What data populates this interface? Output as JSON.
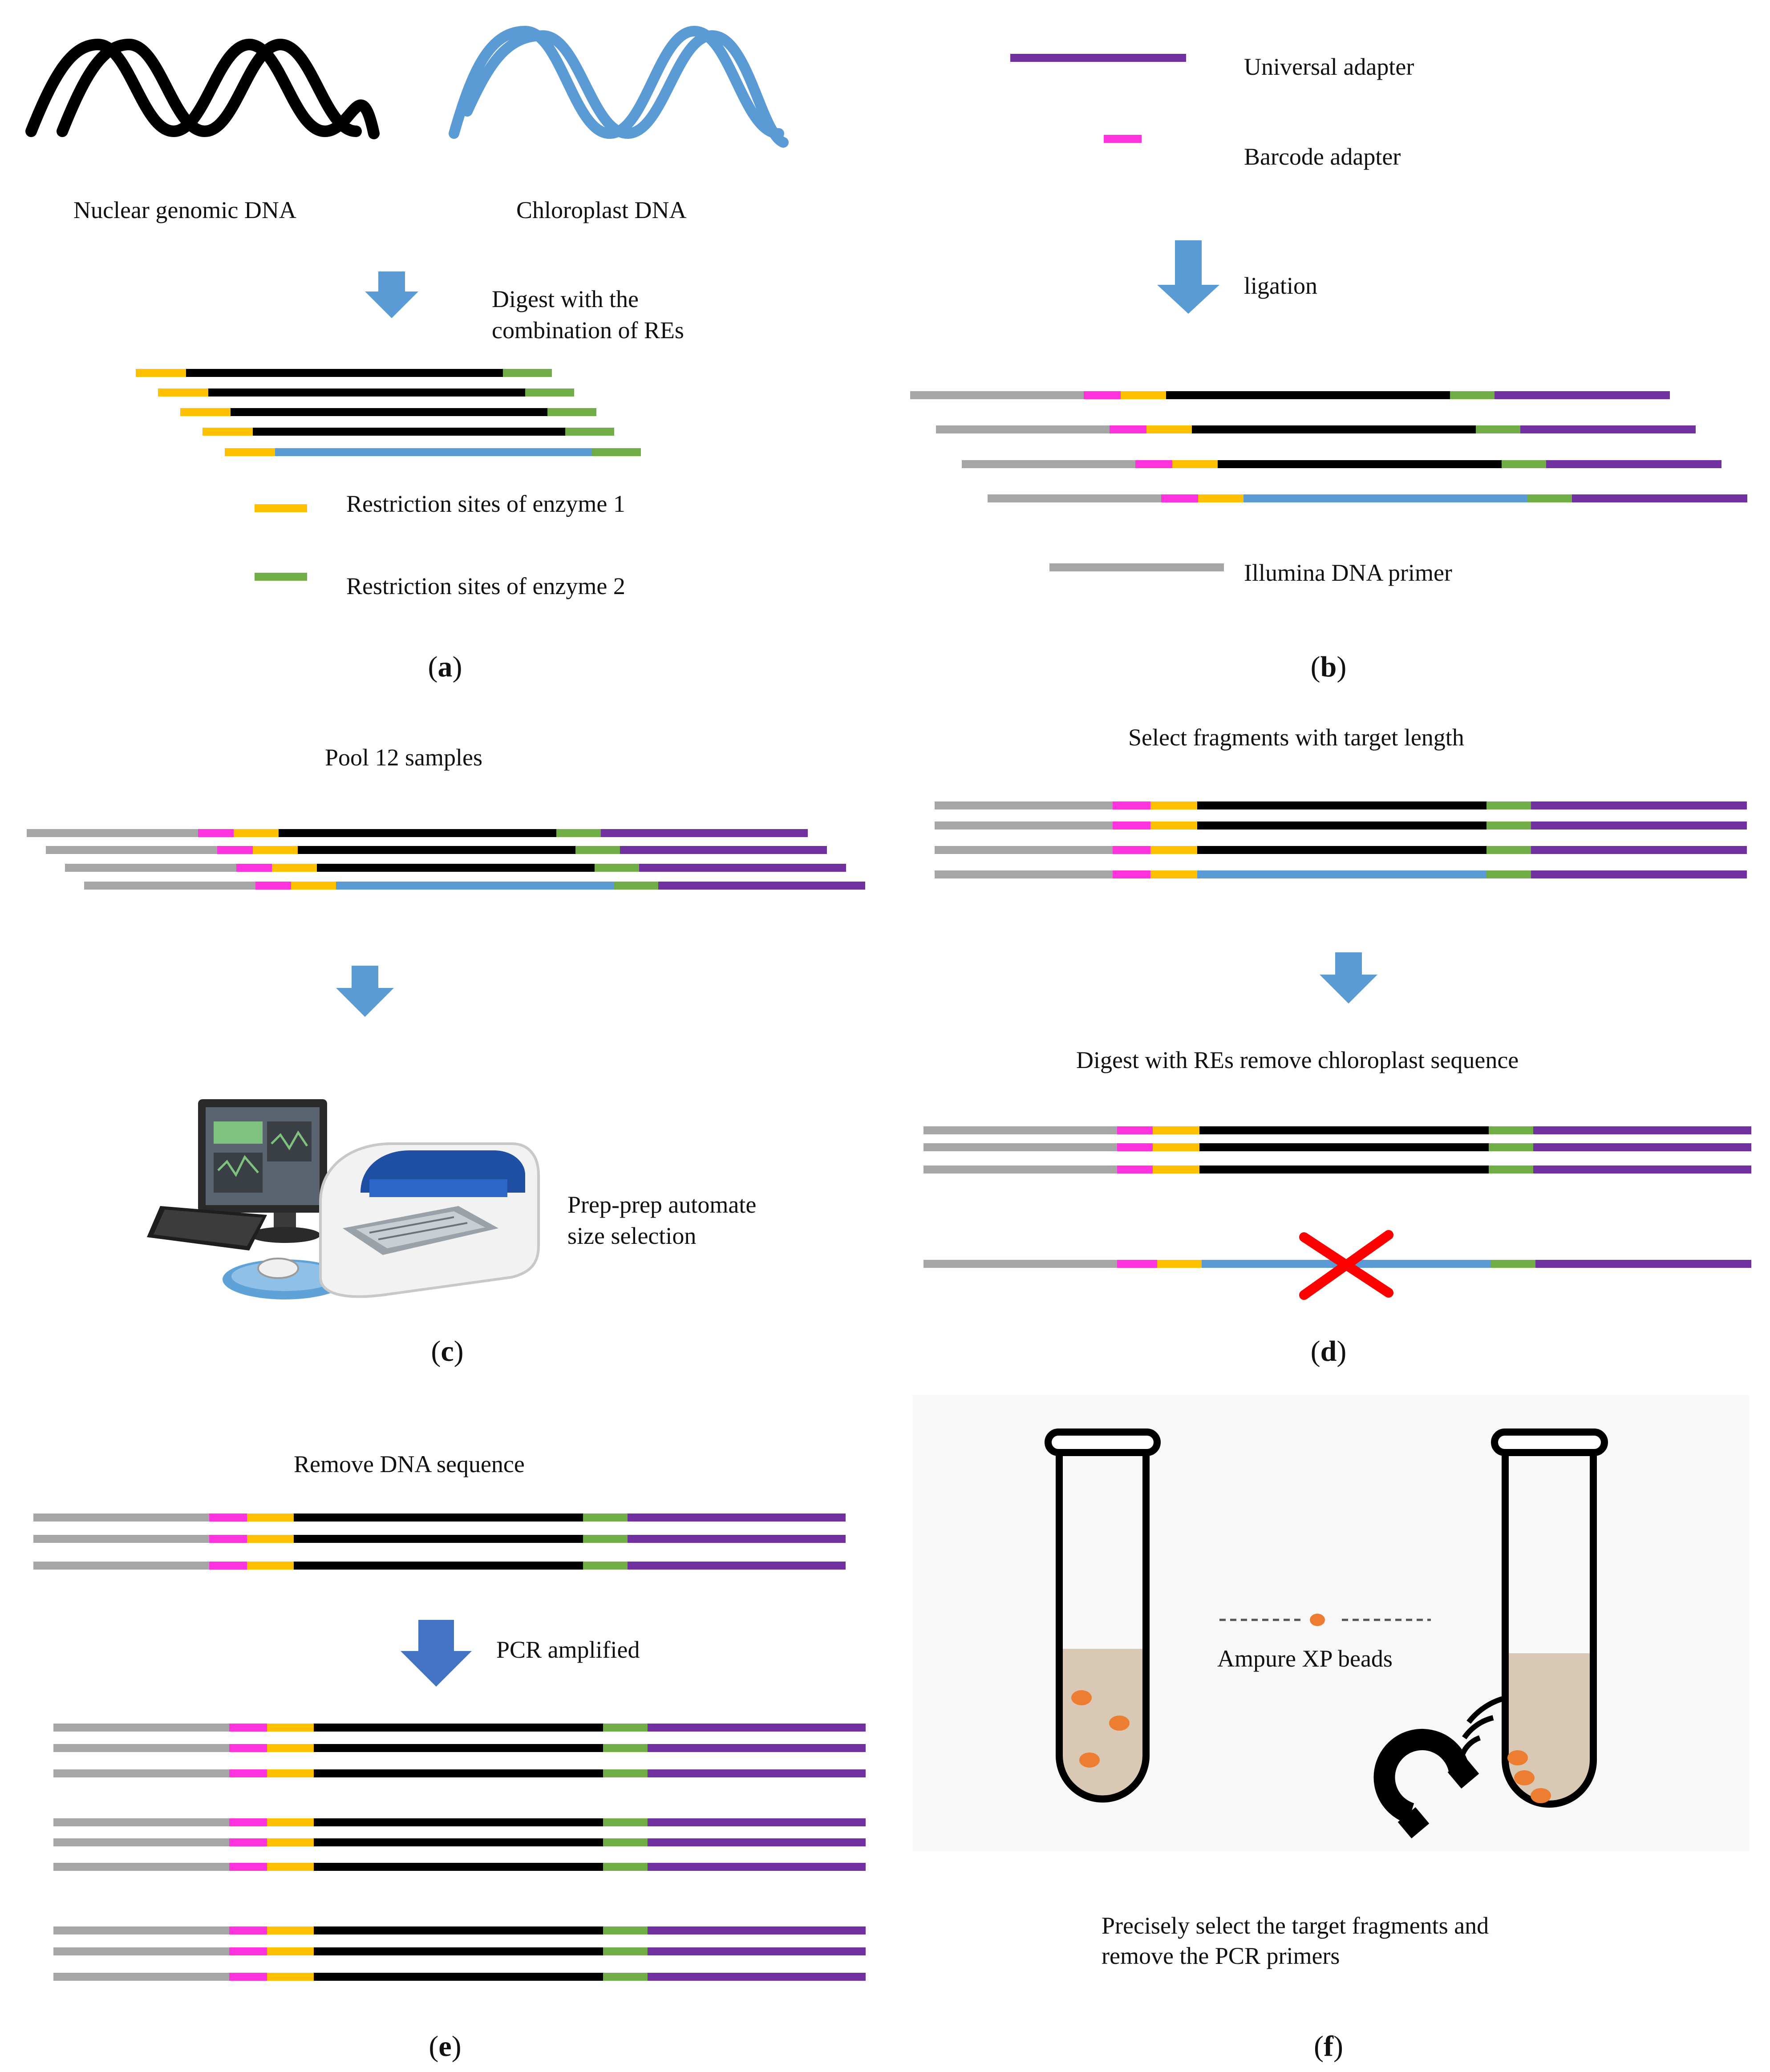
{
  "colors": {
    "grey": "#a6a6a6",
    "magenta": "#ff33dd",
    "yellow": "#ffc000",
    "black": "#000000",
    "blue": "#5b9bd5",
    "green": "#70ad47",
    "purple": "#7030a0",
    "arrow": "#5b9bd5",
    "arrow_dark": "#4472c4",
    "bead": "#ed7d31",
    "liquid": "#d9c8b4",
    "cross": "#ff0000"
  },
  "panels": {
    "a": {
      "label": "a",
      "nuclear_dna": "Nuclear genomic DNA",
      "chloroplast_dna": "Chloroplast DNA",
      "step_line1": "Digest with the",
      "step_line2": "combination  of REs",
      "legend_enzyme1": "Restriction sites of enzyme 1",
      "legend_enzyme2": "Restriction sites of enzyme 2"
    },
    "b": {
      "label": "b",
      "universal_adapter": "Universal adapter",
      "barcode_adapter": "Barcode adapter",
      "step": "ligation",
      "primer": "Illumina DNA primer"
    },
    "c": {
      "label": "c",
      "title": "Pool 12 samples",
      "device_line1": "Prep-prep automate",
      "device_line2": "size selection"
    },
    "d": {
      "label": "d",
      "title": "Select fragments with target length",
      "step": "Digest with REs remove chloroplast sequence"
    },
    "e": {
      "label": "e",
      "title": "Remove DNA sequence",
      "step": "PCR amplified"
    },
    "f": {
      "label": "f",
      "beads": "Ampure XP beads",
      "caption_line1": "Precisely select the target fragments and",
      "caption_line2": "remove the PCR primers"
    }
  }
}
